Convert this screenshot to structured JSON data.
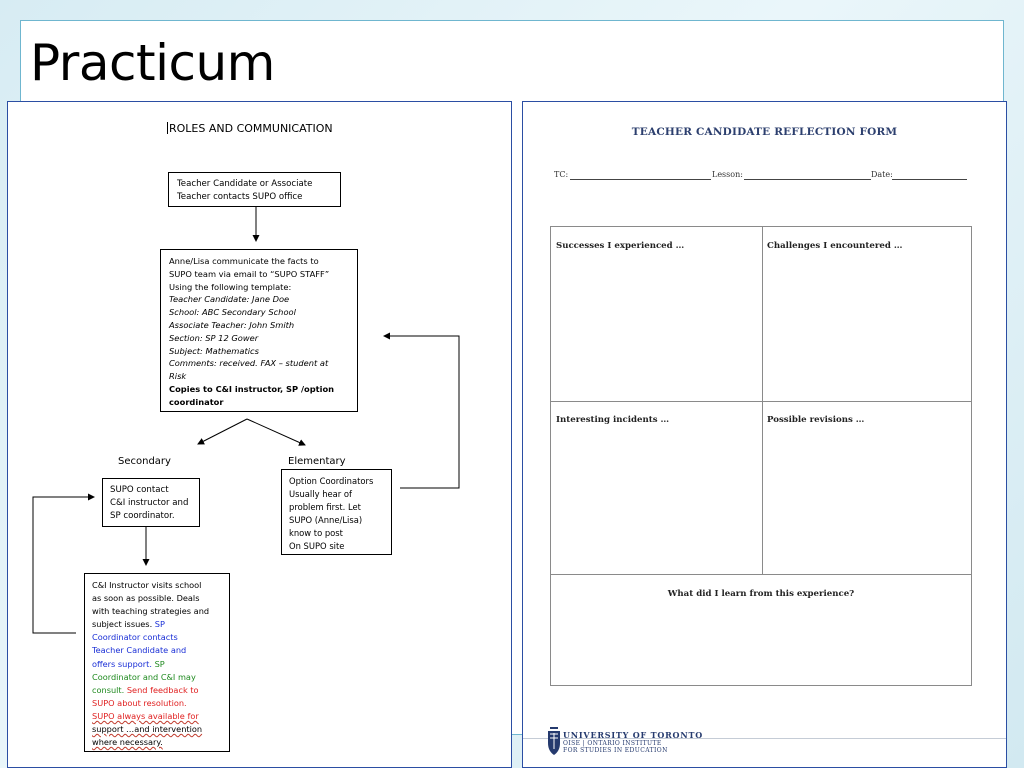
{
  "slide": {
    "title": "Practicum"
  },
  "roles_doc": {
    "title": "ROLES AND COMMUNICATION",
    "box_contact": [
      "Teacher Candidate or Associate",
      "Teacher contacts SUPO office"
    ],
    "box_anne": {
      "plain": [
        "Anne/Lisa communicate the facts to",
        "SUPO team via email to “SUPO STAFF”",
        "Using the following template:"
      ],
      "italic": [
        "Teacher Candidate: Jane Doe",
        "School: ABC Secondary School",
        "Associate Teacher: John Smith",
        "Section: SP 12 Gower",
        "Subject: Mathematics",
        "Comments: received. FAX – student at",
        "Risk"
      ],
      "bold": [
        "Copies to C&I instructor, SP /option",
        "coordinator"
      ]
    },
    "label_secondary": "Secondary",
    "label_elementary": "Elementary",
    "box_supo": [
      "SUPO contact",
      "C&I instructor and",
      "SP coordinator."
    ],
    "box_option": [
      "Option Coordinators",
      "Usually hear of",
      "problem first.  Let",
      "SUPO (Anne/Lisa)",
      "know to post",
      "On SUPO site"
    ],
    "box_ci": {
      "black": [
        "C&I Instructor visits school",
        "as soon as possible.  Deals",
        "with teaching strategies and",
        "subject issues.  "
      ],
      "blue": [
        "SP",
        "Coordinator contacts",
        "Teacher Candidate and",
        "offers support.  "
      ],
      "green": [
        "SP",
        "Coordinator and C&I may",
        "consult.  "
      ],
      "red": [
        "Send feedback to",
        "SUPO about resolution."
      ],
      "red_underlined": [
        "SUPO always available for",
        "support …and intervention",
        "where necessary."
      ]
    }
  },
  "reflection_form": {
    "title": "TEACHER CANDIDATE REFLECTION FORM",
    "fields": {
      "tc": "TC:",
      "lesson": "Lesson:",
      "date": "Date:"
    },
    "cells": {
      "successes": "Successes I experienced …",
      "challenges": "Challenges I encountered …",
      "incidents": "Interesting incidents …",
      "revisions": "Possible revisions …",
      "learn": "What did I learn from this experience?"
    },
    "logo": {
      "line1": "UNIVERSITY OF TORONTO",
      "line2": "OISE | ONTARIO INSTITUTE",
      "line3": "FOR STUDIES IN EDUCATION"
    }
  }
}
